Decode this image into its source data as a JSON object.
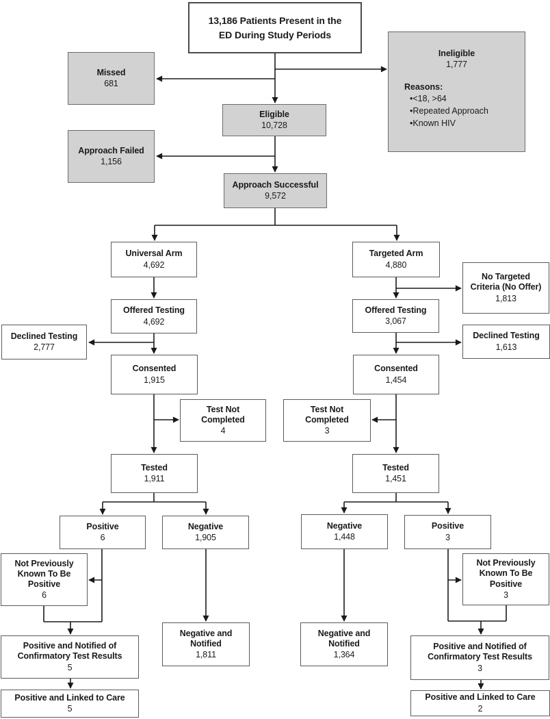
{
  "diagram": {
    "description": "Patient flow diagram for ED HIV testing study",
    "colors": {
      "gray_box_fill": "#d2d2d2",
      "white_box_fill": "#ffffff",
      "box_border": "#5a5a5a",
      "line": "#1a1a1a",
      "text": "#1a1a1a"
    },
    "boxes": {
      "title": {
        "label": "13,186 Patients Present in the\nED During Study Periods"
      },
      "missed": {
        "label": "Missed",
        "value": "681"
      },
      "ineligible": {
        "label": "Ineligible",
        "value": "1,777",
        "reasons_title": "Reasons:",
        "reasons": [
          "<18, >64",
          "Repeated Approach",
          "Known HIV"
        ]
      },
      "eligible": {
        "label": "Eligible",
        "value": "10,728"
      },
      "approach_failed": {
        "label": "Approach Failed",
        "value": "1,156"
      },
      "approach_successful": {
        "label": "Approach Successful",
        "value": "9,572"
      },
      "universal_arm": {
        "label": "Universal Arm",
        "value": "4,692"
      },
      "targeted_arm": {
        "label": "Targeted Arm",
        "value": "4,880"
      },
      "no_targeted_criteria": {
        "label": "No Targeted\nCriteria (No Offer)",
        "value": "1,813"
      },
      "offered_testing_universal": {
        "label": "Offered Testing",
        "value": "4,692"
      },
      "offered_testing_targeted": {
        "label": "Offered Testing",
        "value": "3,067"
      },
      "declined_testing_universal": {
        "label": "Declined Testing",
        "value": "2,777"
      },
      "declined_testing_targeted": {
        "label": "Declined Testing",
        "value": "1,613"
      },
      "consented_universal": {
        "label": "Consented",
        "value": "1,915"
      },
      "consented_targeted": {
        "label": "Consented",
        "value": "1,454"
      },
      "test_not_completed_universal": {
        "label": "Test Not\nCompleted",
        "value": "4"
      },
      "test_not_completed_targeted": {
        "label": "Test Not\nCompleted",
        "value": "3"
      },
      "tested_universal": {
        "label": "Tested",
        "value": "1,911"
      },
      "tested_targeted": {
        "label": "Tested",
        "value": "1,451"
      },
      "positive_universal": {
        "label": "Positive",
        "value": "6"
      },
      "negative_universal": {
        "label": "Negative",
        "value": "1,905"
      },
      "negative_targeted": {
        "label": "Negative",
        "value": "1,448"
      },
      "positive_targeted": {
        "label": "Positive",
        "value": "3"
      },
      "not_previously_known_universal": {
        "label": "Not Previously\nKnown To Be\nPositive",
        "value": "6"
      },
      "not_previously_known_targeted": {
        "label": "Not Previously\nKnown To Be\nPositive",
        "value": "3"
      },
      "negative_notified_universal": {
        "label": "Negative and\nNotified",
        "value": "1,811"
      },
      "negative_notified_targeted": {
        "label": "Negative and\nNotified",
        "value": "1,364"
      },
      "positive_notified_universal": {
        "label": "Positive and Notified of\nConfirmatory Test Results",
        "value": "5"
      },
      "positive_notified_targeted": {
        "label": "Positive and Notified of\nConfirmatory Test Results",
        "value": "3"
      },
      "positive_linked_universal": {
        "label": "Positive and Linked to Care",
        "value": "5"
      },
      "positive_linked_targeted": {
        "label": "Positive and Linked to Care",
        "value": "2"
      }
    }
  }
}
